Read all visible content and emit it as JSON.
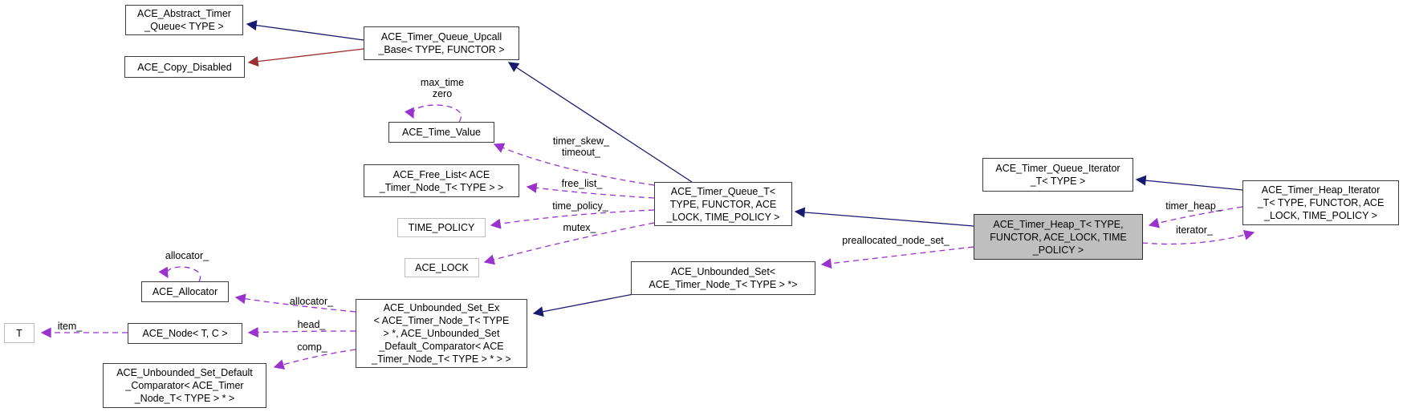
{
  "diagram": {
    "type": "class-collaboration-graph",
    "colors": {
      "public_inheritance_edge": "#191970",
      "private_inheritance_edge": "#9c2f2f",
      "usage_edge": "#9a32cd",
      "current_node_fill": "#bfbfbf",
      "node_border": "#3c3c3c",
      "template_param_border": "#bdbdbd"
    }
  },
  "nodes": {
    "abstract_timer_queue": {
      "label": "ACE_Abstract_Timer\n_Queue< TYPE >"
    },
    "copy_disabled": {
      "label": "ACE_Copy_Disabled"
    },
    "timer_queue_upcall_base": {
      "label": "ACE_Timer_Queue_Upcall\n_Base< TYPE, FUNCTOR >"
    },
    "time_value": {
      "label": "ACE_Time_Value"
    },
    "free_list": {
      "label": "ACE_Free_List< ACE\n_Timer_Node_T< TYPE > >"
    },
    "time_policy": {
      "label": "TIME_POLICY"
    },
    "ace_lock": {
      "label": "ACE_LOCK"
    },
    "timer_queue_t": {
      "label": "ACE_Timer_Queue_T<\nTYPE, FUNCTOR, ACE\n_LOCK, TIME_POLICY >"
    },
    "timer_queue_iterator_t": {
      "label": "ACE_Timer_Queue_Iterator\n_T< TYPE >"
    },
    "timer_heap_t": {
      "label": "ACE_Timer_Heap_T< TYPE,\nFUNCTOR, ACE_LOCK, TIME\n_POLICY >"
    },
    "timer_heap_iterator_t": {
      "label": "ACE_Timer_Heap_Iterator\n_T< TYPE, FUNCTOR, ACE\n_LOCK, TIME_POLICY >"
    },
    "unbounded_set": {
      "label": "ACE_Unbounded_Set<\nACE_Timer_Node_T< TYPE > *>"
    },
    "allocator": {
      "label": "ACE_Allocator"
    },
    "t_param": {
      "label": "T"
    },
    "node_t_c": {
      "label": "ACE_Node< T, C >"
    },
    "unbounded_set_ex": {
      "label": "ACE_Unbounded_Set_Ex\n< ACE_Timer_Node_T< TYPE\n> *, ACE_Unbounded_Set\n_Default_Comparator< ACE\n_Timer_Node_T< TYPE > * > >"
    },
    "unbounded_set_default_comparator": {
      "label": "ACE_Unbounded_Set_Default\n_Comparator< ACE_Timer\n_Node_T< TYPE > * >"
    }
  },
  "edge_labels": {
    "max_time_zero": "max_time\nzero",
    "timer_skew_timeout": "timer_skew_\ntimeout_",
    "free_list": "free_list_",
    "time_policy": "time_policy_",
    "mutex": "mutex_",
    "preallocated_node_set": "preallocated_node_set_",
    "timer_heap": "timer_heap_",
    "iterator": "iterator_",
    "allocator_self": "allocator_",
    "allocator": "allocator_",
    "head": "head_",
    "comp": "comp_",
    "item": "item_"
  }
}
